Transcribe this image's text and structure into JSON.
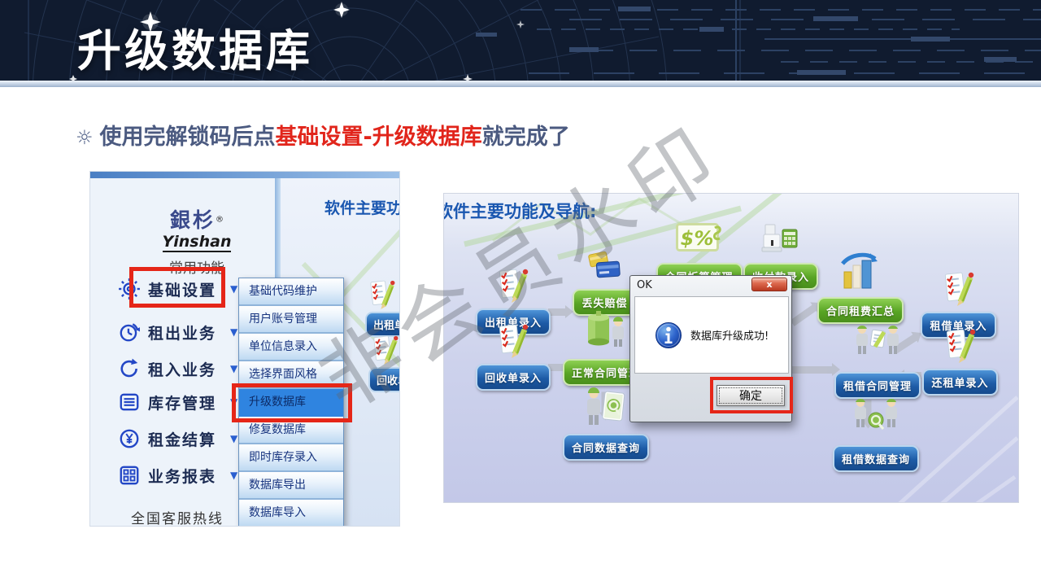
{
  "slide": {
    "title": "升级数据库",
    "bullet": {
      "marker": "☼",
      "prefix": "使用完解锁码后点",
      "highlight": "基础设置-升级数据库",
      "suffix": "就完成了"
    },
    "watermark": "非会员水印"
  },
  "left_app": {
    "top_heading": "软件主要功",
    "logo": {
      "cn": "銀杉",
      "reg": "®",
      "en": "Yinshan",
      "tagline": "常用功能"
    },
    "nav_arrow": "▼",
    "nav": [
      {
        "label": "基础设置",
        "icon": "gear-icon"
      },
      {
        "label": "租出业务",
        "icon": "rent-out-icon"
      },
      {
        "label": "租入业务",
        "icon": "rent-in-icon"
      },
      {
        "label": "库存管理",
        "icon": "inventory-icon"
      },
      {
        "label": "租金结算",
        "icon": "yuan-icon"
      },
      {
        "label": "业务报表",
        "icon": "report-icon"
      }
    ],
    "hotline": "全国客服热线",
    "dropdown": [
      "基础代码维护",
      "用户账号管理",
      "单位信息录入",
      "选择界面风格",
      "升级数据库",
      "修复数据库",
      "即时库存录入",
      "数据库导出",
      "数据库导入"
    ],
    "fragments": [
      {
        "label": "出租单录入"
      },
      {
        "label": "回收单录入"
      }
    ]
  },
  "right_app": {
    "heading": "软件主要功能及导航:",
    "badges": [
      {
        "label": "出租单录入",
        "color": "blue",
        "icon": "checklist-icon"
      },
      {
        "label": "回收单录入",
        "color": "blue",
        "icon": "checklist-icon"
      },
      {
        "label": "丢失赔偿",
        "color": "green",
        "icon": "cards-icon"
      },
      {
        "label": "正常合同管理",
        "color": "green",
        "icon": "tank-icon"
      },
      {
        "label": "合同数据查询",
        "color": "blue",
        "icon": "doc-search-icon"
      },
      {
        "label": "合同折算管理",
        "color": "green",
        "icon": "dollar-percent-icon"
      },
      {
        "label": "收付款录入",
        "color": "green",
        "icon": "register-icon"
      },
      {
        "label": "合同租费汇总",
        "color": "green",
        "icon": "chart-icon"
      },
      {
        "label": "租借单录入",
        "color": "blue",
        "icon": "checklist-icon"
      },
      {
        "label": "租借合同管理",
        "color": "blue",
        "icon": "people-contract-icon"
      },
      {
        "label": "还租单录入",
        "color": "blue",
        "icon": "checklist-icon"
      },
      {
        "label": "租借数据查询",
        "color": "blue",
        "icon": "people-search-icon"
      }
    ],
    "dialog": {
      "title": "OK",
      "close": "x",
      "message": "数据库升级成功!",
      "ok": "确定"
    }
  },
  "colors": {
    "accent_red": "#e52618",
    "heading_blue": "#1a57b0",
    "nav_icon_blue": "#2347c6",
    "badge_blue": "#1d5ba6",
    "badge_green": "#58a424",
    "banner_navy": "#101b2f"
  }
}
